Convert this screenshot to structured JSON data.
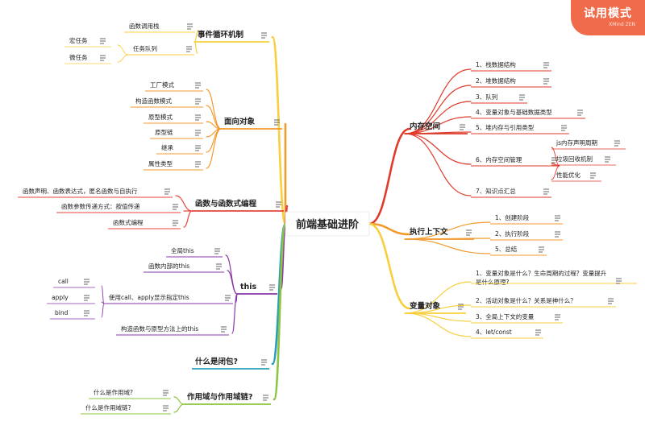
{
  "root": {
    "label": "前端基础进阶"
  },
  "badge": {
    "label": "试用模式",
    "sublabel": "XMind ZEN",
    "color": "#ef6b4a"
  },
  "branches": [
    {
      "id": "event-loop",
      "label": "事件循环机制",
      "color": "#f7cf3d",
      "children": [
        {
          "label": "函数调用栈"
        },
        {
          "label": "任务队列",
          "children": [
            {
              "label": "宏任务"
            },
            {
              "label": "微任务"
            }
          ]
        }
      ]
    },
    {
      "id": "oop",
      "label": "面向对象",
      "color": "#f39a2b",
      "children": [
        {
          "label": "工厂模式"
        },
        {
          "label": "构造函数模式"
        },
        {
          "label": "原型模式"
        },
        {
          "label": "原型链"
        },
        {
          "label": "继承"
        },
        {
          "label": "属性类型"
        }
      ]
    },
    {
      "id": "functional",
      "label": "函数与函数式编程",
      "color": "#e8423b",
      "children": [
        {
          "label": "函数声明、函数表达式，匿名函数与自执行"
        },
        {
          "label": "函数参数传递方式：按值传递"
        },
        {
          "label": "函数式编程"
        }
      ]
    },
    {
      "id": "this",
      "label": "this",
      "color": "#8a38a8",
      "children": [
        {
          "label": "全局this"
        },
        {
          "label": "函数内部的this"
        },
        {
          "label": "使用call、apply显示指定this",
          "children": [
            {
              "label": "call"
            },
            {
              "label": "apply"
            },
            {
              "label": "bind"
            }
          ]
        },
        {
          "label": "构造函数与原型方法上的this"
        }
      ]
    },
    {
      "id": "closure",
      "label": "什么是闭包?",
      "color": "#2a9fb8",
      "children": []
    },
    {
      "id": "scope",
      "label": "作用域与作用域链?",
      "color": "#8dc43f",
      "children": [
        {
          "label": "什么是作用域?"
        },
        {
          "label": "什么是作用域链?"
        }
      ]
    },
    {
      "id": "memory",
      "label": "内存空间",
      "color": "#e03a2b",
      "children": [
        {
          "label": "1、栈数据结构"
        },
        {
          "label": "2、堆数据结构"
        },
        {
          "label": "3、队列"
        },
        {
          "label": "4、变量对象与基础数据类型"
        },
        {
          "label": "5、堆内存与引用类型"
        },
        {
          "label": "6、内存空间管理",
          "children": [
            {
              "label": "js内存声明周期"
            },
            {
              "label": "垃圾回收机制"
            },
            {
              "label": "性能优化"
            }
          ]
        },
        {
          "label": "7、知识点汇总"
        }
      ]
    },
    {
      "id": "exec",
      "label": "执行上下文",
      "color": "#f39a2b",
      "children": [
        {
          "label": "1、创建阶段"
        },
        {
          "label": "2、执行阶段"
        },
        {
          "label": "5、总结"
        }
      ]
    },
    {
      "id": "varobj",
      "label": "变量对象",
      "color": "#f7cf3d",
      "children": [
        {
          "label": "1、变量对象是什么？生命周期的过程？变量提升是什么原理?"
        },
        {
          "label": "2、活动对象是什么？关系是神什么？"
        },
        {
          "label": "3、全局上下文的变量"
        },
        {
          "label": "4、let/const"
        }
      ]
    }
  ]
}
